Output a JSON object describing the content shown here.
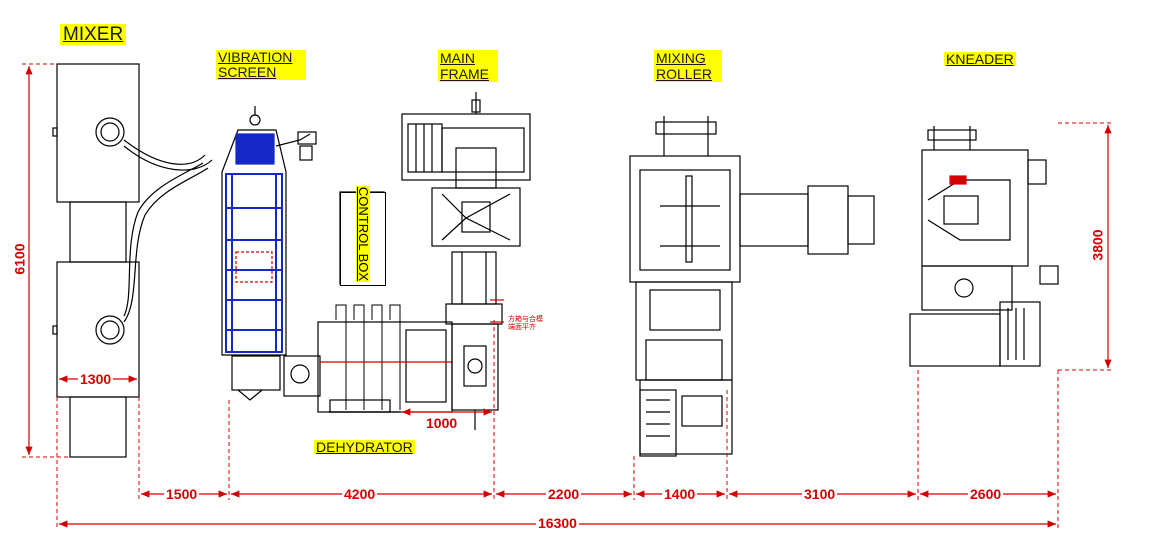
{
  "labels": {
    "mixer": "MIXER",
    "vibration_screen": "VIBRATION SCREEN",
    "control_box": "CONTROL BOX",
    "main_frame": "MAIN FRAME",
    "mixing_roller": "MIXING ROLLER",
    "kneader": "KNEADER",
    "dehydrator": "DEHYDRATOR"
  },
  "dimensions": {
    "mixer_height": "6100",
    "mixer_width": "1300",
    "gap_mixer_screen": "1500",
    "screen_to_frame": "4200",
    "dehydrator_offset": "1000",
    "frame_to_roller": "2200",
    "roller_width": "1400",
    "roller_to_kneader": "3100",
    "kneader_width": "2600",
    "kneader_height": "3800",
    "total_length": "16300"
  },
  "annotation_cn": "方箱与合模\n端面平齐",
  "colors": {
    "dimension": "#d40000",
    "label_bg": "#ffff00",
    "screen_frame": "#1428c8",
    "linework": "#000000"
  }
}
